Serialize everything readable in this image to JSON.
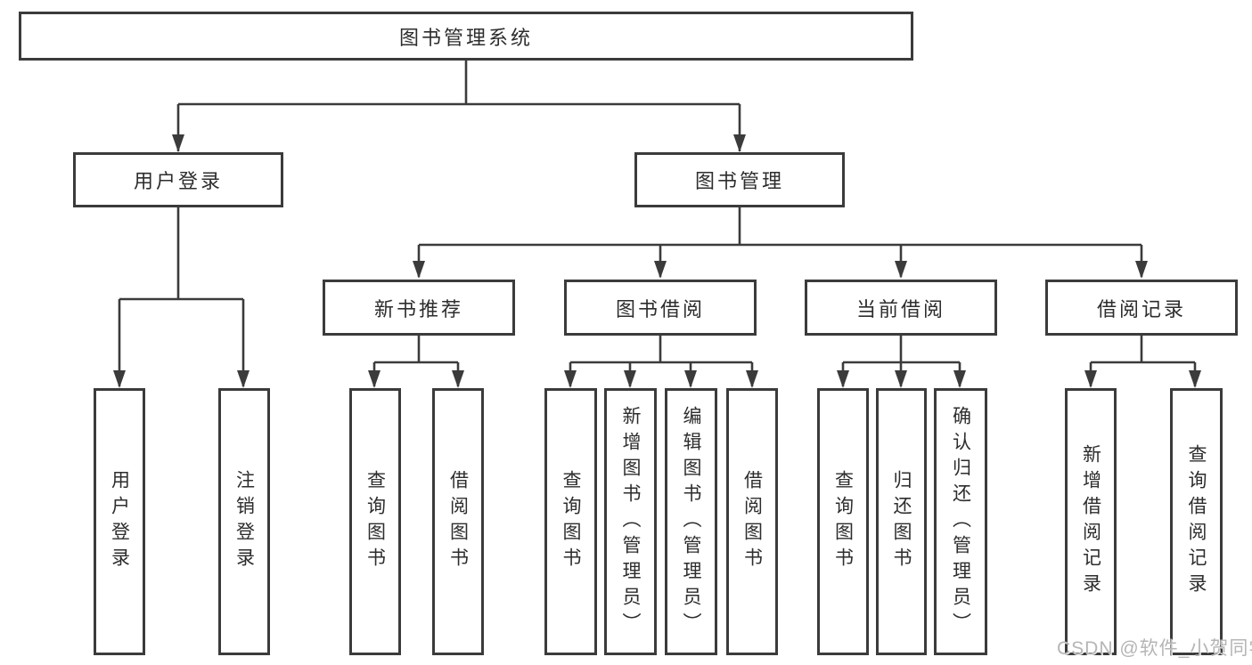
{
  "colors": {
    "line": "#3b3b3b",
    "border": "#3b3b3b",
    "text": "#2d2d2d",
    "background": "#ffffff",
    "watermark": "#b5b5b5"
  },
  "watermark": {
    "text": "CSDN @软件_小贺同学"
  },
  "tree": {
    "label": "图书管理系统",
    "children": [
      {
        "label": "用户登录",
        "children": [
          {
            "label": "用户登录"
          },
          {
            "label": "注销登录"
          }
        ]
      },
      {
        "label": "图书管理",
        "children": [
          {
            "label": "新书推荐",
            "children": [
              {
                "label": "查询图书"
              },
              {
                "label": "借阅图书"
              }
            ]
          },
          {
            "label": "图书借阅",
            "children": [
              {
                "label": "查询图书"
              },
              {
                "label": "新增图书（管理员）"
              },
              {
                "label": "编辑图书（管理员）"
              },
              {
                "label": "借阅图书"
              }
            ]
          },
          {
            "label": "当前借阅",
            "children": [
              {
                "label": "查询图书"
              },
              {
                "label": "归还图书"
              },
              {
                "label": "确认归还（管理员）"
              }
            ]
          },
          {
            "label": "借阅记录",
            "children": [
              {
                "label": "新增借阅记录"
              },
              {
                "label": "查询借阅记录"
              }
            ]
          }
        ]
      }
    ]
  }
}
